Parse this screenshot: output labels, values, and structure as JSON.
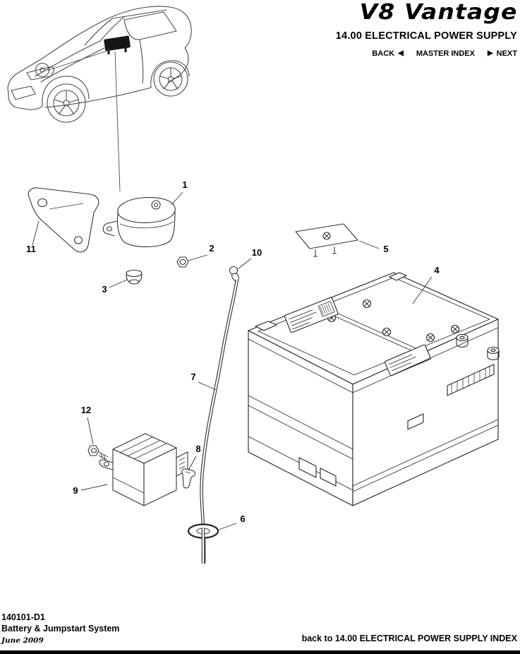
{
  "header": {
    "logo_text": "V8 Vantage",
    "section_title": "14.00 ELECTRICAL POWER SUPPLY",
    "nav": {
      "back": "BACK",
      "back_arrow": "◀",
      "master_index": "MASTER INDEX",
      "next_arrow": "▶",
      "next": "NEXT"
    }
  },
  "diagram": {
    "callouts": [
      {
        "number": "1"
      },
      {
        "number": "2"
      },
      {
        "number": "3"
      },
      {
        "number": "4"
      },
      {
        "number": "5"
      },
      {
        "number": "6"
      },
      {
        "number": "7"
      },
      {
        "number": "8"
      },
      {
        "number": "9"
      },
      {
        "number": "10"
      },
      {
        "number": "11"
      },
      {
        "number": "12"
      }
    ]
  },
  "footer": {
    "document_number": "140101-D1",
    "document_title": "Battery & Jumpstart System",
    "date": "June 2009",
    "index_link": "back to 14.00 ELECTRICAL POWER SUPPLY INDEX"
  }
}
